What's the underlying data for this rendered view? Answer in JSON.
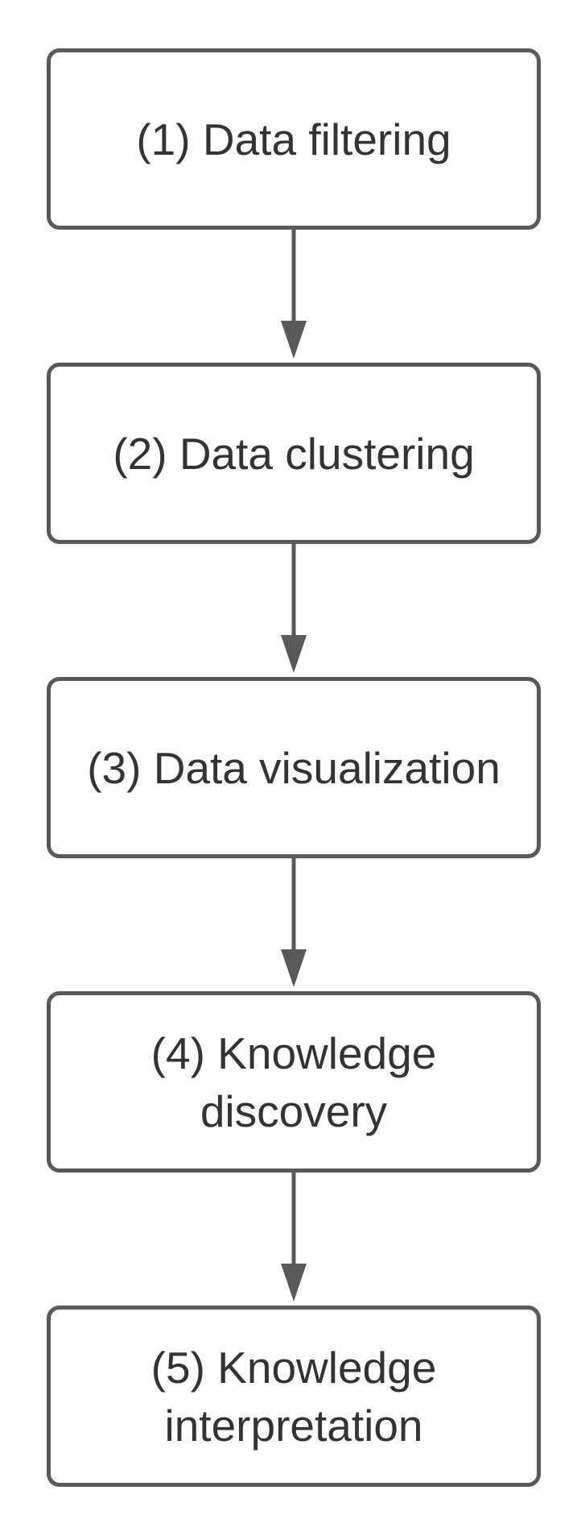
{
  "diagram": {
    "steps": [
      {
        "label": "(1) Data filtering"
      },
      {
        "label": "(2) Data clustering"
      },
      {
        "label": "(3) Data visualization"
      },
      {
        "label": "(4) Knowledge discovery"
      },
      {
        "label": "(5) Knowledge interpretation"
      }
    ],
    "colors": {
      "border": "#595959",
      "text": "#333333",
      "arrow": "#595959",
      "background": "#ffffff"
    }
  }
}
